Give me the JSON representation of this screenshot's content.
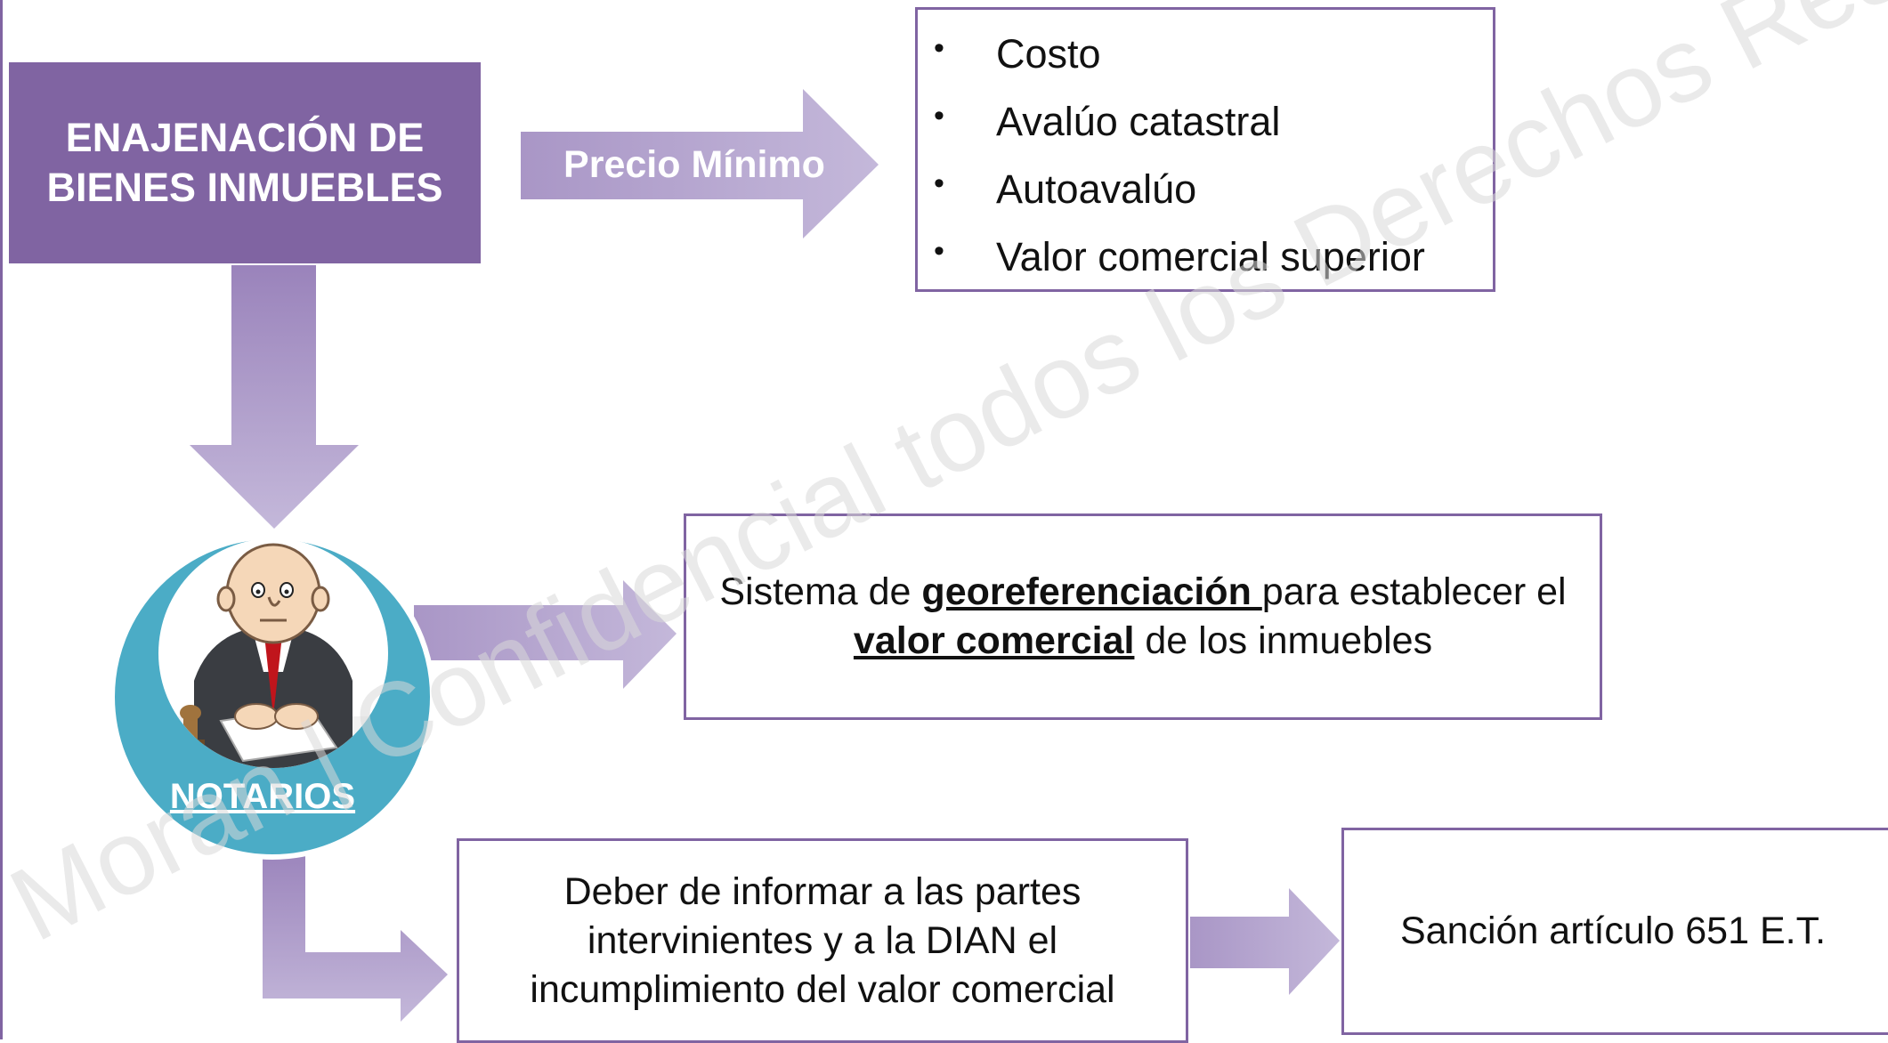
{
  "title_box": {
    "text_line1": "ENAJENACIÓN DE",
    "text_line2": "BIENES INMUEBLES"
  },
  "arrow_label": "Precio Mínimo",
  "price_list": {
    "items": [
      "Costo",
      "Avalúo catastral",
      "Autoavalúo",
      "Valor comercial superior"
    ],
    "bullet": "•"
  },
  "notarios": {
    "label": "NOTARIOS",
    "icon": "notary-illustration"
  },
  "geo_box": {
    "part1": "Sistema de ",
    "bold1": "georeferenciación ",
    "part2": "para establecer el",
    "bold2": "valor comercial",
    "part3": " de los inmuebles"
  },
  "duty_box": {
    "line1": "Deber de informar a las partes",
    "line2": "intervinientes y a la DIAN el",
    "line3": "incumplimiento del valor comercial"
  },
  "sanction_box": {
    "text": "Sanción artículo 651 E.T."
  },
  "watermark": {
    "text": "Moran | Confidencial todos los Derechos Reservados"
  },
  "colors": {
    "purple": "#8064a2",
    "arrow_light": "#b7a8cf",
    "arrow_dark": "#9a83bb",
    "circle": "#4bacc6",
    "text": "#111111"
  }
}
